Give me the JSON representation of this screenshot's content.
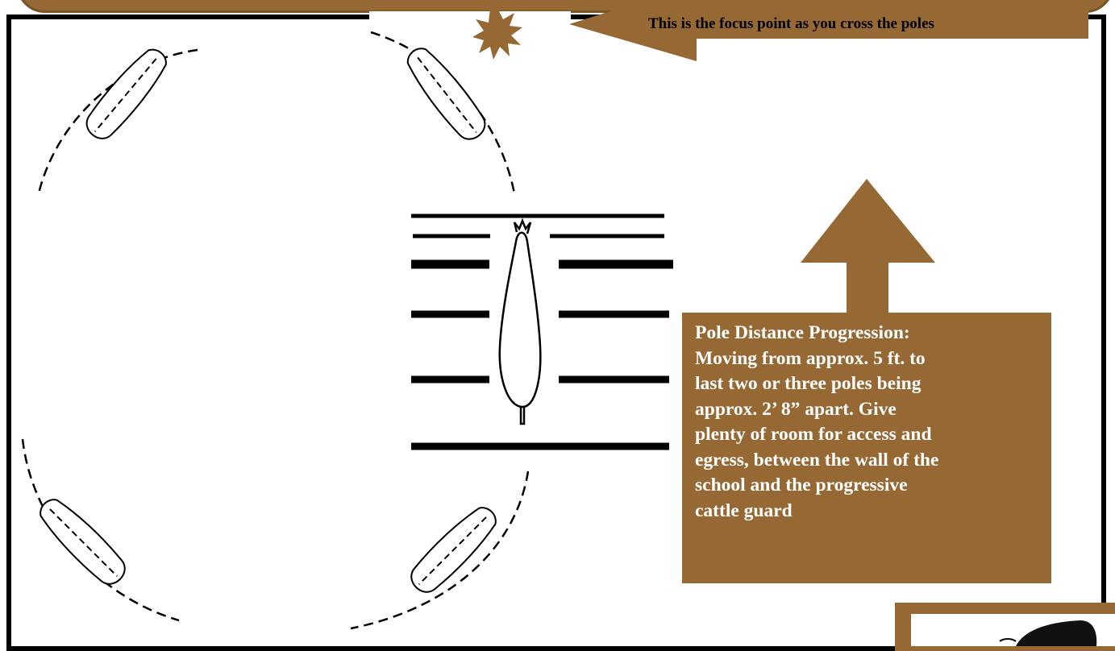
{
  "focus_callout": "This is the focus point as you cross the poles",
  "info_box": {
    "lines": [
      "Pole Distance Progression:",
      "Moving from approx. 5 ft. to",
      "last two or three poles being",
      "approx. 2’ 8” apart.  Give",
      "plenty of room for access and",
      "egress, between the wall of the",
      "school and the progressive",
      "cattle guard"
    ]
  },
  "colors": {
    "accent_brown": "#966834",
    "outline": "#000000",
    "background": "#ffffff"
  },
  "icons": [
    "horse-topview-icon",
    "starburst-icon",
    "arrow-left-icon",
    "arrow-up-icon"
  ]
}
